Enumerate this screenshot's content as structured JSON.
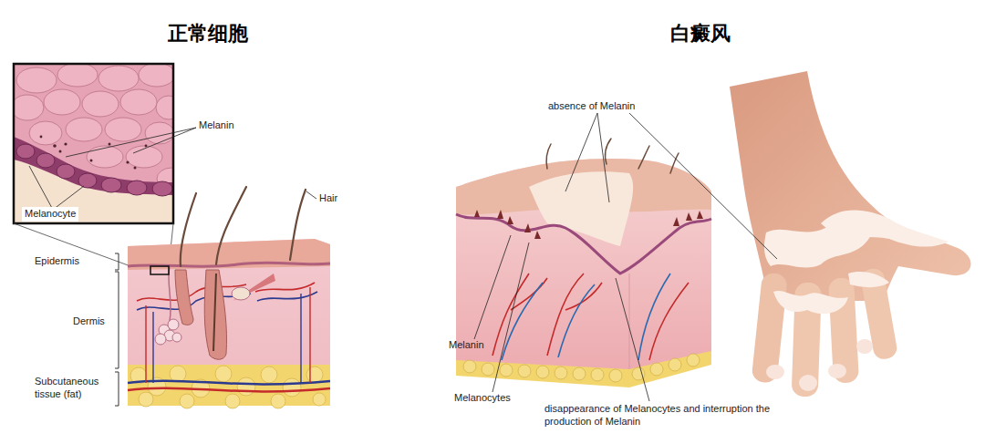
{
  "diagram": {
    "labels": [
      "正常细胞",
      "白癜风",
      "Melanin",
      "Melanocyte",
      "Hair",
      "Epidermis",
      "Dermis",
      "Subcutaneous tissue (fat)",
      "absence of Melanin",
      "Melanin",
      "Melanocytes",
      "disappearance of Melanocytes and interruption the production of Melanin"
    ]
  }
}
